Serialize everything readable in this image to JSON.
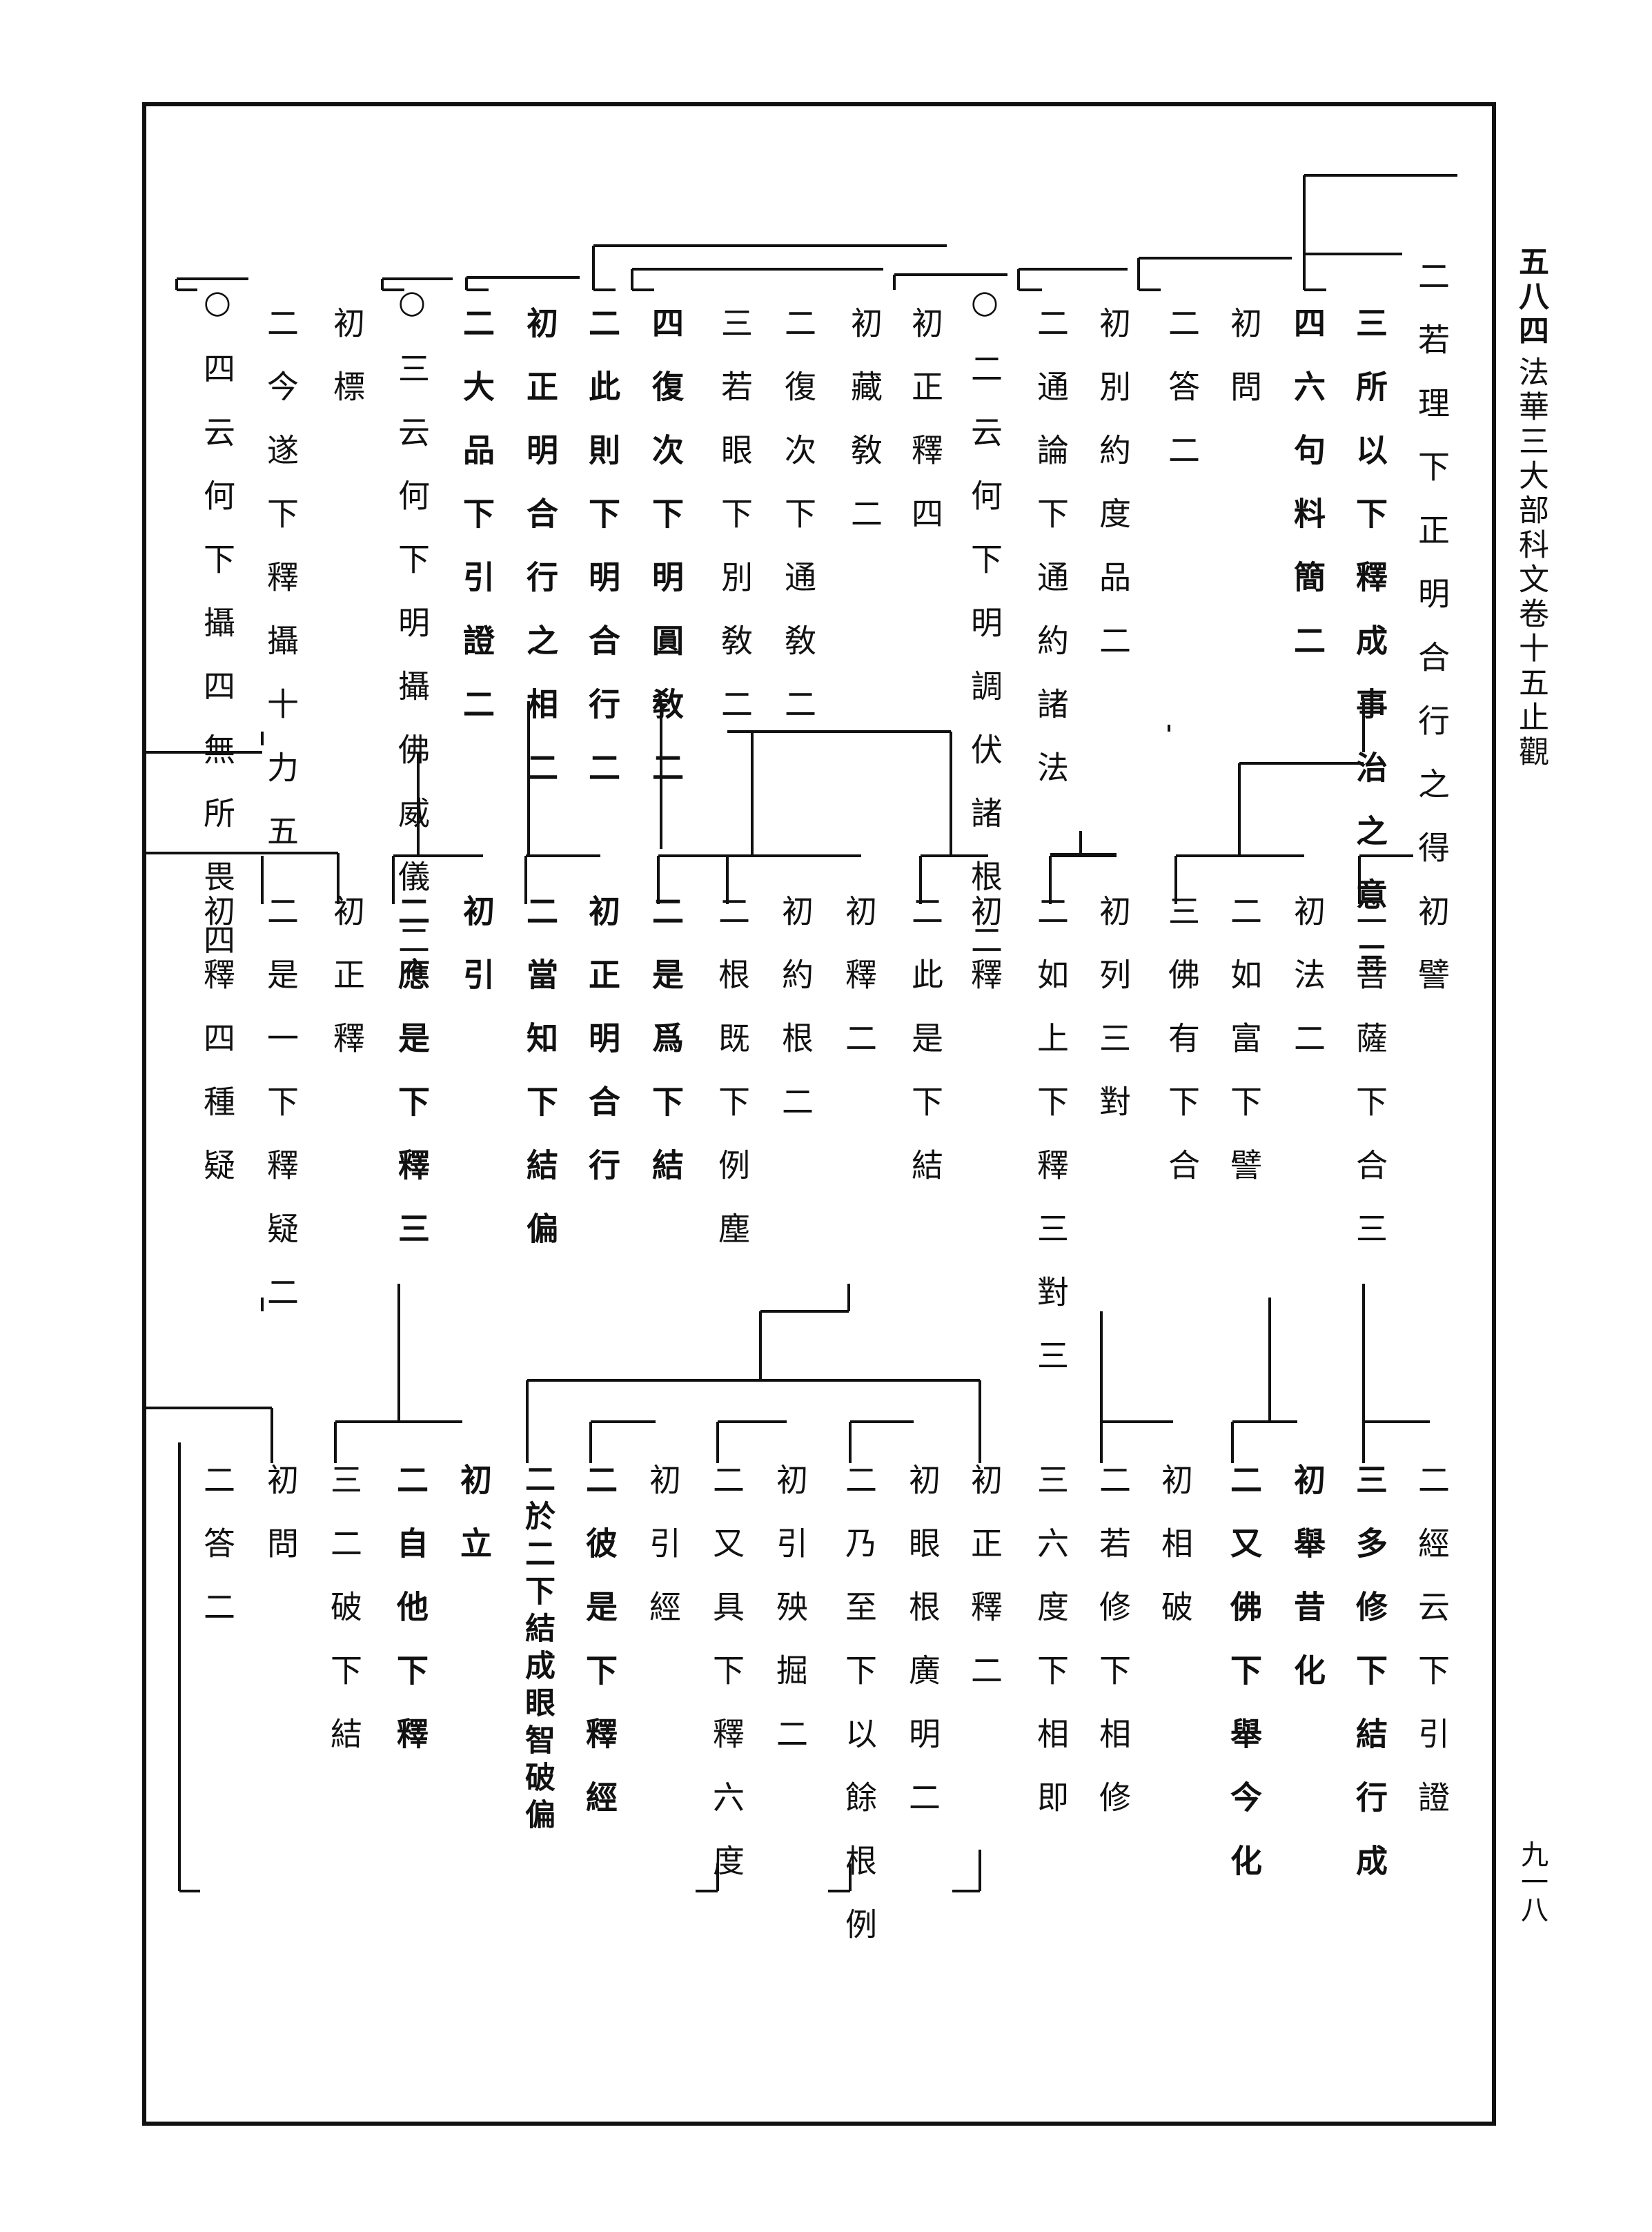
{
  "header": {
    "section_number": "五八四",
    "book_title": "法華三大部科文卷十五止觀",
    "page_number": "九一八"
  },
  "rows": {
    "row1": [
      {
        "text": "二若理下正明合行之得",
        "bold": false
      },
      {
        "text": "三所以下釋成事治之意三",
        "bold": true
      },
      {
        "text": "四六句料簡二",
        "bold": true
      },
      {
        "text": "初問",
        "bold": false
      },
      {
        "text": "二答二",
        "bold": false
      },
      {
        "text": "初別約度品二",
        "bold": false
      },
      {
        "text": "二通論下通約諸法",
        "bold": false
      },
      {
        "text": "○二云何下明調伏諸根二",
        "bold": false
      },
      {
        "text": "初正釋四",
        "bold": false
      },
      {
        "text": "初藏敎二",
        "bold": false
      },
      {
        "text": "二復次下通敎二",
        "bold": false
      },
      {
        "text": "三若眼下別敎二",
        "bold": false
      },
      {
        "text": "四復次下明圓敎二",
        "bold": true
      },
      {
        "text": "二此則下明合行二",
        "bold": true
      },
      {
        "text": "初正明合行之相二",
        "bold": true
      },
      {
        "text": "二大品下引證二",
        "bold": true
      },
      {
        "text": "○三云何下明攝佛威儀二",
        "bold": false
      },
      {
        "text": "初標",
        "bold": false
      },
      {
        "text": "二今遂下釋攝十力五",
        "bold": false
      },
      {
        "text": "○四云何下攝四無所畏四",
        "bold": false
      }
    ],
    "row2": [
      {
        "text": "初譬",
        "bold": false
      },
      {
        "text": "二菩薩下合三",
        "bold": false
      },
      {
        "text": "初法二",
        "bold": false
      },
      {
        "text": "二如富下譬",
        "bold": false
      },
      {
        "text": "三佛有下合",
        "bold": false
      },
      {
        "text": "初列三對",
        "bold": false
      },
      {
        "text": "二如上下釋三對三",
        "bold": false
      },
      {
        "text": "初釋",
        "bold": false
      },
      {
        "text": "二此是下結",
        "bold": false
      },
      {
        "text": "初釋二",
        "bold": false
      },
      {
        "text": "初約根二",
        "bold": false
      },
      {
        "text": "二根既下例塵",
        "bold": false
      },
      {
        "text": "二是爲下結",
        "bold": true
      },
      {
        "text": "初正明合行",
        "bold": true
      },
      {
        "text": "二當知下結偏",
        "bold": true
      },
      {
        "text": "初引",
        "bold": true
      },
      {
        "text": "二應是下釋三",
        "bold": true
      },
      {
        "text": "初正釋",
        "bold": false
      },
      {
        "text": "二是一下釋疑二",
        "bold": false
      },
      {
        "text": "初釋四種疑",
        "bold": false
      }
    ],
    "row3": [
      {
        "text": "二經云下引證",
        "bold": false
      },
      {
        "text": "三多修下結行成",
        "bold": true
      },
      {
        "text": "初舉昔化",
        "bold": true
      },
      {
        "text": "二又佛下舉今化",
        "bold": true
      },
      {
        "text": "初相破",
        "bold": false
      },
      {
        "text": "二若修下相修",
        "bold": false
      },
      {
        "text": "三六度下相即",
        "bold": false
      },
      {
        "text": "初正釋二",
        "bold": false
      },
      {
        "text": "初眼根廣明二",
        "bold": false
      },
      {
        "text": "二乃至下以餘根例",
        "bold": false
      },
      {
        "text": "初引殃掘二",
        "bold": false
      },
      {
        "text": "二又具下釋六度",
        "bold": false
      },
      {
        "text": "初引經",
        "bold": false
      },
      {
        "text": "二彼是下釋經",
        "bold": true
      },
      {
        "text": "二於二下結成眼智破偏",
        "bold": true
      },
      {
        "text": "初立",
        "bold": true
      },
      {
        "text": "二自他下釋",
        "bold": true
      },
      {
        "text": "三二破下結",
        "bold": false
      },
      {
        "text": "初問",
        "bold": false
      },
      {
        "text": "二答二",
        "bold": false
      }
    ]
  }
}
